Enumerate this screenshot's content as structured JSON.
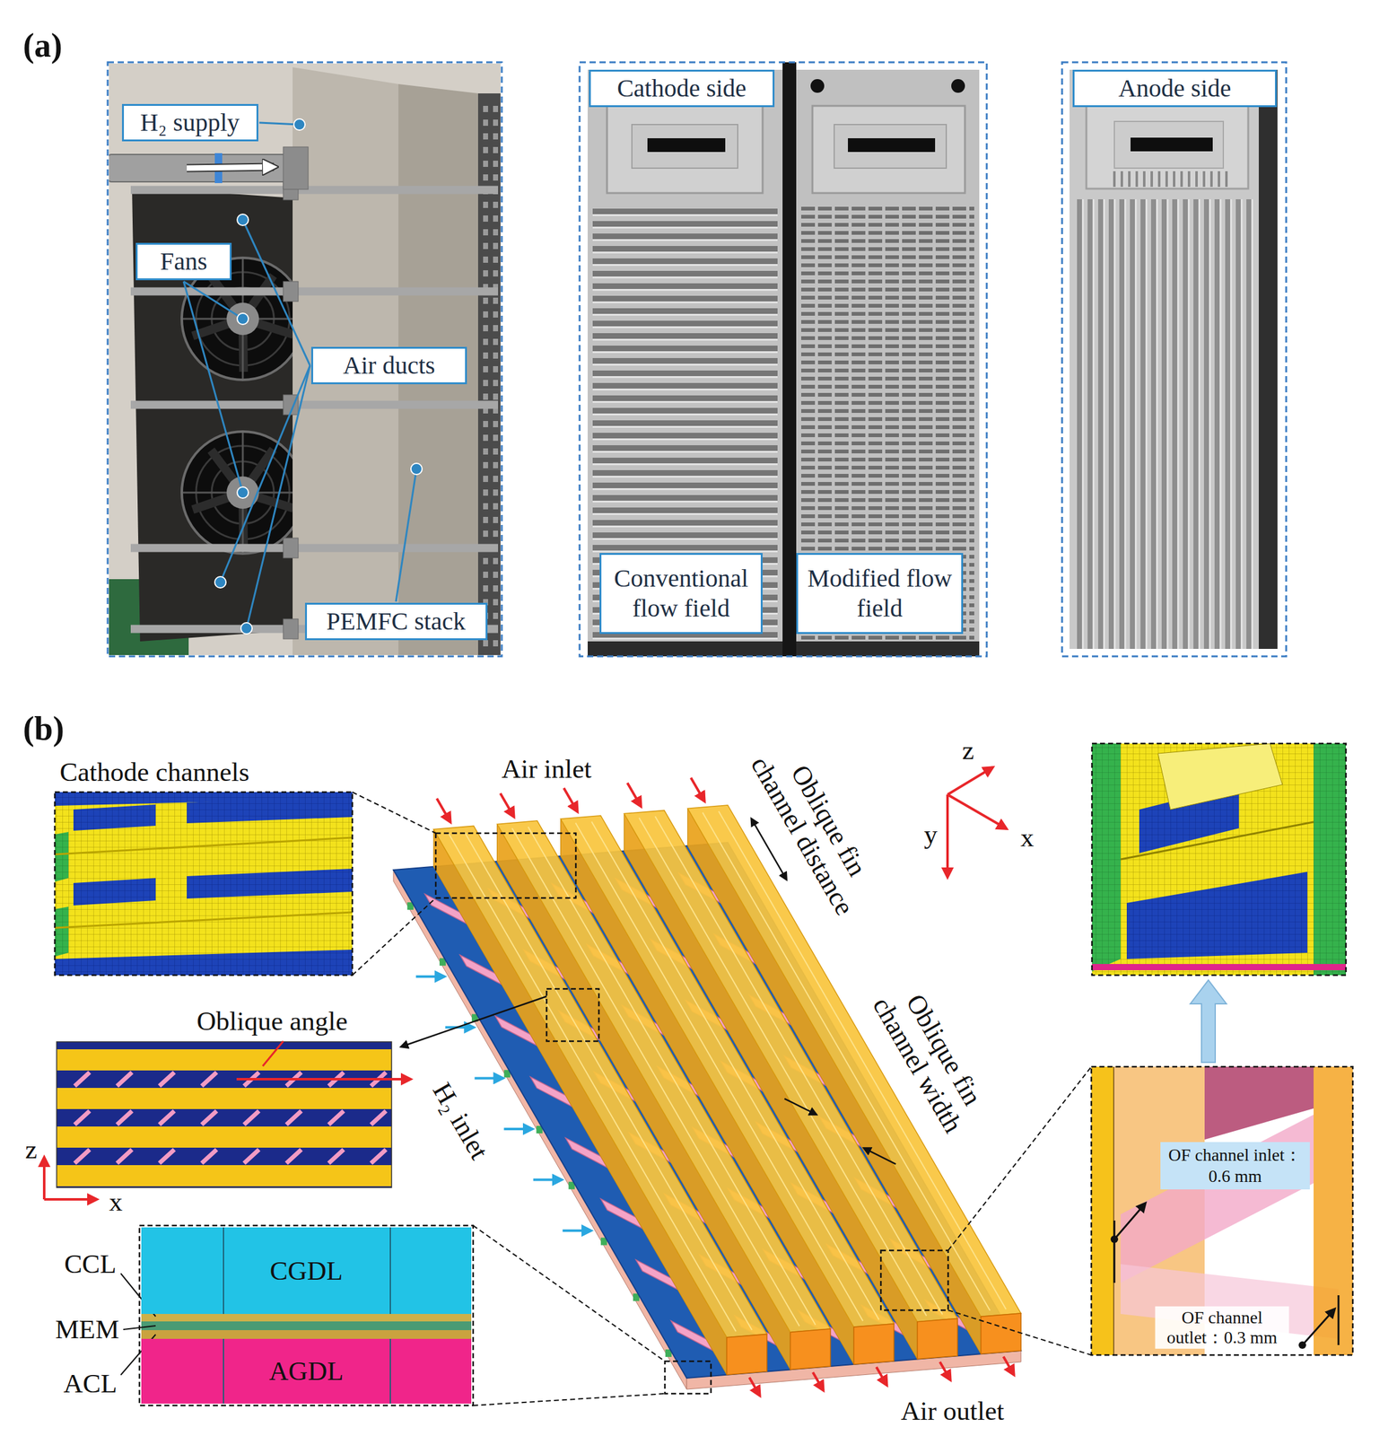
{
  "diagram": {
    "nodes": [
      {
        "text": [
          "H₂ supply"
        ]
      },
      {
        "text": [
          "Fans"
        ]
      },
      {
        "text": [
          "Air ducts"
        ]
      },
      {
        "text": [
          "PEMFC stack"
        ]
      },
      {
        "text": [
          "Cathode side"
        ]
      },
      {
        "text": [
          "Conventional flow field"
        ]
      },
      {
        "text": [
          "Modified flow field"
        ]
      },
      {
        "text": [
          "Anode side"
        ]
      },
      {
        "text": [
          "CGDL"
        ]
      },
      {
        "text": [
          "AGDL"
        ]
      },
      {
        "text": [
          "OF channel inlet：0.6 mm"
        ]
      }
    ],
    "labels": [
      "(a)",
      "(b)",
      "Cathode channels",
      "Air inlet",
      "Oblique fin channel distance",
      "z",
      "y",
      "x",
      "Oblique angle",
      "Oblique fin channel width",
      "H₂ inlet",
      "z",
      "x",
      "CCL",
      "MEM",
      "ACL",
      "Air outlet",
      "OF channel outlet：0.3 mm"
    ]
  }
}
